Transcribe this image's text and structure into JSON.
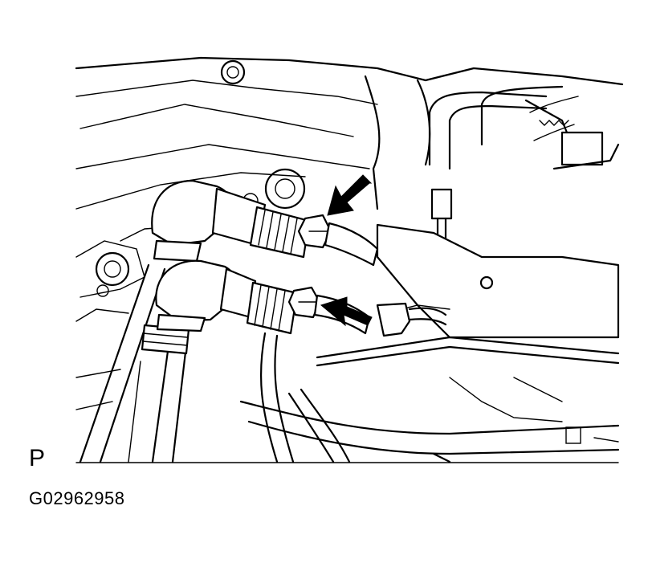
{
  "figure": {
    "view_label": "P",
    "figure_id": "G02962958",
    "colors": {
      "ink": "#000000",
      "paper": "#ffffff"
    },
    "callouts": [
      {
        "name": "upper-fitting-arrow",
        "direction": "down-left"
      },
      {
        "name": "lower-fitting-arrow",
        "direction": "up-left"
      }
    ]
  }
}
